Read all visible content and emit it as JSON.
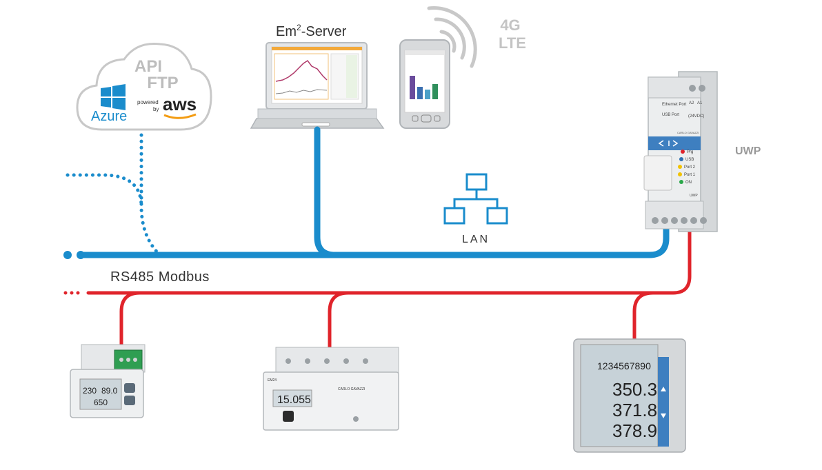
{
  "cloud": {
    "services": [
      "API",
      "FTP"
    ],
    "azure_label": "Azure",
    "powered_by": "powered",
    "by": "by",
    "aws_label": "aws"
  },
  "server": {
    "label_prefix": "Em",
    "label_sup": "2",
    "label_suffix": "-Server"
  },
  "mobile": {
    "network_line1": "4G",
    "network_line2": "LTE"
  },
  "lan": {
    "label": "LAN"
  },
  "gateway": {
    "name": "UWP",
    "port_labels": [
      "Ethernet Port",
      "USB Port",
      "A2",
      "A1",
      "(24VDC)",
      "Prg",
      "USB",
      "Port 2",
      "Port 1",
      "ON",
      "UWP"
    ],
    "brand": "CARLO GAVAZZI"
  },
  "bus": {
    "label": "RS485 Modbus"
  },
  "meters": [
    {
      "id": "meter-left",
      "readings": [
        "230",
        "89.0",
        "650"
      ]
    },
    {
      "id": "meter-center",
      "brand": "CARLO GAVAZZI",
      "model": "EM24",
      "reading": "15.055"
    },
    {
      "id": "meter-right",
      "top_reading": "1234567890",
      "readings": [
        "350.3",
        "371.8",
        "378.9"
      ]
    }
  ],
  "colors": {
    "ethernet": "#1a8ccc",
    "rs485": "#e0242b",
    "text_gray": "#bdbdbd",
    "text_dark": "#333333",
    "device_gray": "#cfd2d4"
  }
}
